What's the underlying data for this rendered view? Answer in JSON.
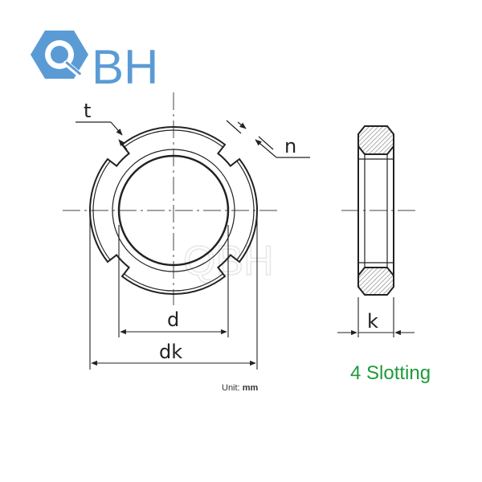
{
  "logo": {
    "letters": "QBH",
    "color": "#5b9bd5"
  },
  "watermark": "QBH",
  "labels": {
    "t": "t",
    "n": "n",
    "d": "d",
    "dk": "dk",
    "k": "k"
  },
  "caption": "4 Slotting",
  "unit": {
    "prefix": "Unit:",
    "value": "mm"
  },
  "colors": {
    "line": "#222222",
    "hatch": "#999999",
    "caption": "#1e9a3a"
  }
}
